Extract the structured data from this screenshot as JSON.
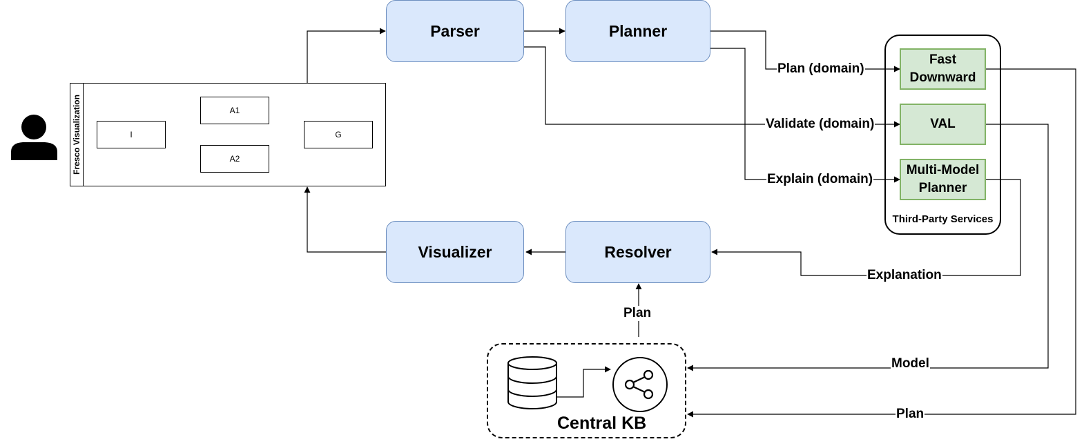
{
  "nodes": {
    "parser": "Parser",
    "planner": "Planner",
    "visualizer": "Visualizer",
    "resolver": "Resolver"
  },
  "visualization_panel": {
    "title": "Fresco Visualization",
    "nodes": {
      "i": "I",
      "a1": "A1",
      "a2": "A2",
      "g": "G"
    }
  },
  "third_party": {
    "caption": "Third-Party Services",
    "fast_downward": "Fast Downward",
    "val": "VAL",
    "multi_model_planner": "Multi-Model Planner"
  },
  "edges": {
    "plan_domain": "Plan (domain)",
    "validate_domain": "Validate (domain)",
    "explain_domain": "Explain (domain)",
    "explanation": "Explanation",
    "plan_to_resolver": "Plan",
    "model": "Model",
    "plan_to_kb": "Plan"
  },
  "central_kb": {
    "title": "Central KB"
  },
  "icons": [
    "user-icon",
    "database-icon",
    "share-icon"
  ],
  "colors": {
    "component_fill": "#dae8fc",
    "component_border": "#6c8ebf",
    "service_fill": "#d5e8d4",
    "service_border": "#82b366"
  }
}
